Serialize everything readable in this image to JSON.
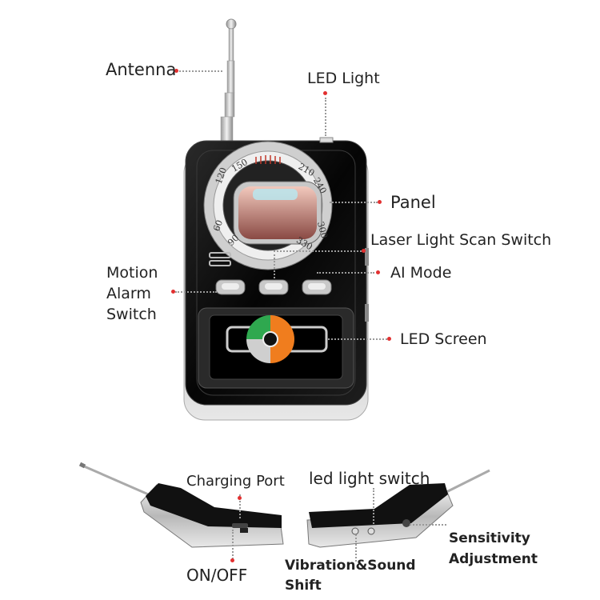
{
  "labels": {
    "antenna": "Antenna",
    "led_light": "LED Light",
    "panel": "Panel",
    "laser_scan_switch": "Laser Light Scan Switch",
    "ai_mode": "AI Mode",
    "motion_alarm_switch_1": "Motion",
    "motion_alarm_switch_2": "Alarm",
    "motion_alarm_switch_3": "Switch",
    "led_screen": "LED Screen",
    "charging_port": "Charging Port",
    "on_off": "ON/OFF",
    "led_light_switch": "led light switch",
    "sensitivity_1": "Sensitivity",
    "sensitivity_2": "Adjustment",
    "vibration_1": "Vibration&Sound",
    "vibration_2": "Shift"
  },
  "dial": {
    "ticks": [
      "60",
      "90",
      "120",
      "150",
      "210",
      "240",
      "300",
      "330"
    ]
  },
  "colors": {
    "callout_dot": "#e23030",
    "device_body": "#111111",
    "gauge_green": "#2fa84f",
    "gauge_orange": "#f07d1e"
  }
}
